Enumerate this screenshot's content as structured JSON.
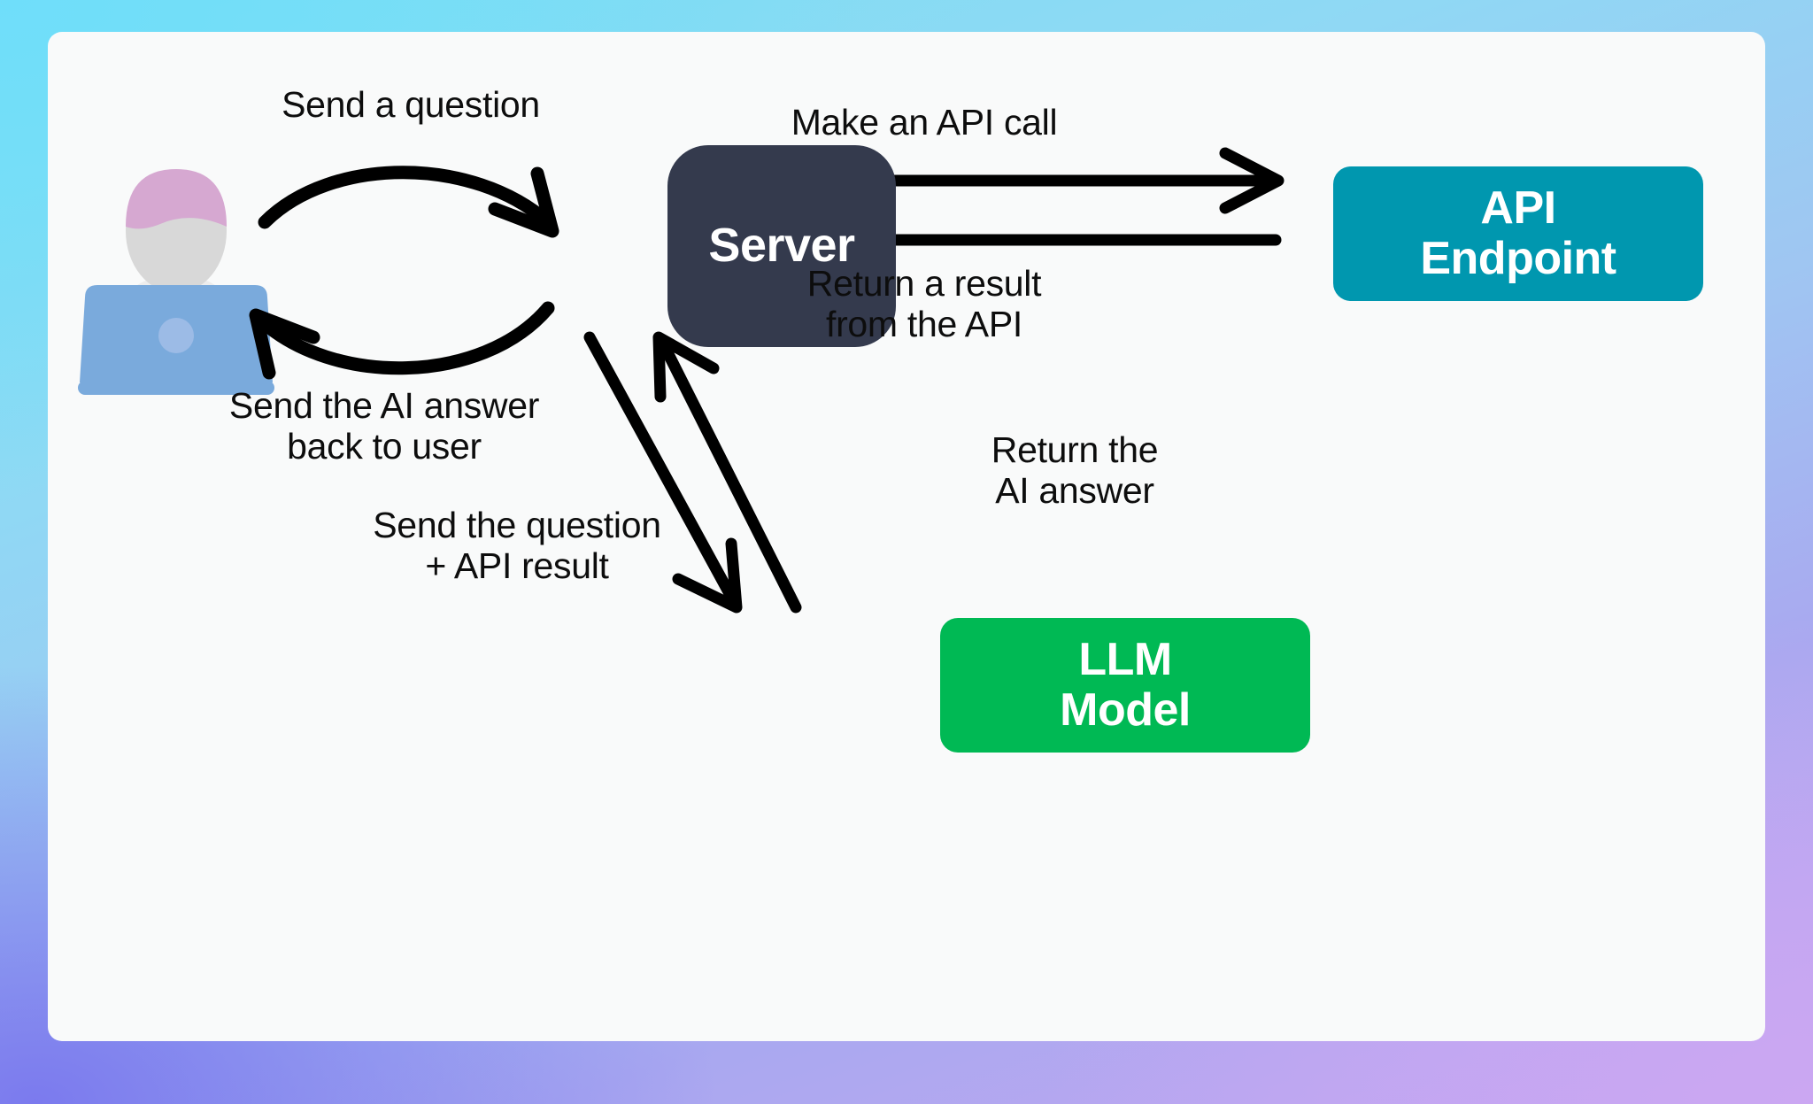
{
  "canvas": {
    "background_color": "#F9FAFA",
    "page_gradient_colors": [
      "#6FDEFA",
      "#7ADFF2",
      "#7B7AEE",
      "#CBA7F2"
    ]
  },
  "nodes": [
    {
      "id": "user",
      "label": "",
      "icon": "user-with-laptop-icon",
      "color": "#7AAADC"
    },
    {
      "id": "server",
      "label": "Server",
      "color": "#343A4D",
      "text_color": "#FFFFFF"
    },
    {
      "id": "api",
      "label": "API\nEndpoint",
      "color": "#0097AF",
      "text_color": "#FFFFFF"
    },
    {
      "id": "llm",
      "label": "LLM\nModel",
      "color": "#00B954",
      "text_color": "#FFFFFF"
    }
  ],
  "node_labels": {
    "server": "Server",
    "api_line1": "API",
    "api_line2": "Endpoint",
    "llm_line1": "LLM",
    "llm_line2": "Model"
  },
  "edges": [
    {
      "id": "send-question",
      "from": "user",
      "to": "server",
      "label": "Send a question",
      "style": "curved-arrow"
    },
    {
      "id": "send-answer-back",
      "from": "server",
      "to": "user",
      "label": "Send the AI answer\nback to user",
      "style": "curved-arrow"
    },
    {
      "id": "api-call",
      "from": "server",
      "to": "api",
      "label": "Make an API call",
      "style": "straight-arrow"
    },
    {
      "id": "api-return",
      "from": "api",
      "to": "server",
      "label": "Return a result\nfrom the API",
      "style": "straight-arrow"
    },
    {
      "id": "send-question-api",
      "from": "server",
      "to": "llm",
      "label": "Send the question\n+ API result",
      "style": "straight-arrow"
    },
    {
      "id": "return-ai-answer",
      "from": "llm",
      "to": "server",
      "label": "Return the\nAI answer",
      "style": "straight-arrow"
    }
  ],
  "edge_labels": {
    "send_question": "Send a question",
    "send_answer_back": "Send the AI answer\nback to user",
    "api_call": "Make an API call",
    "api_return": "Return a result\nfrom the API",
    "send_question_api": "Send the question\n+ API result",
    "return_ai_answer": "Return the\nAI answer"
  },
  "icons": {
    "user": "user-with-laptop-icon",
    "arrow": "arrow-icon"
  },
  "colors": {
    "arrow": "#000000",
    "text": "#0D0D0D",
    "server": "#343A4D",
    "api_endpoint": "#0097AF",
    "llm_model": "#00B954",
    "laptop": "#7AAADC",
    "laptop_logo": "#9CBBE6",
    "hair": "#D6A8D1",
    "face": "#D8D8D8",
    "shirt": "#EDEDED"
  }
}
